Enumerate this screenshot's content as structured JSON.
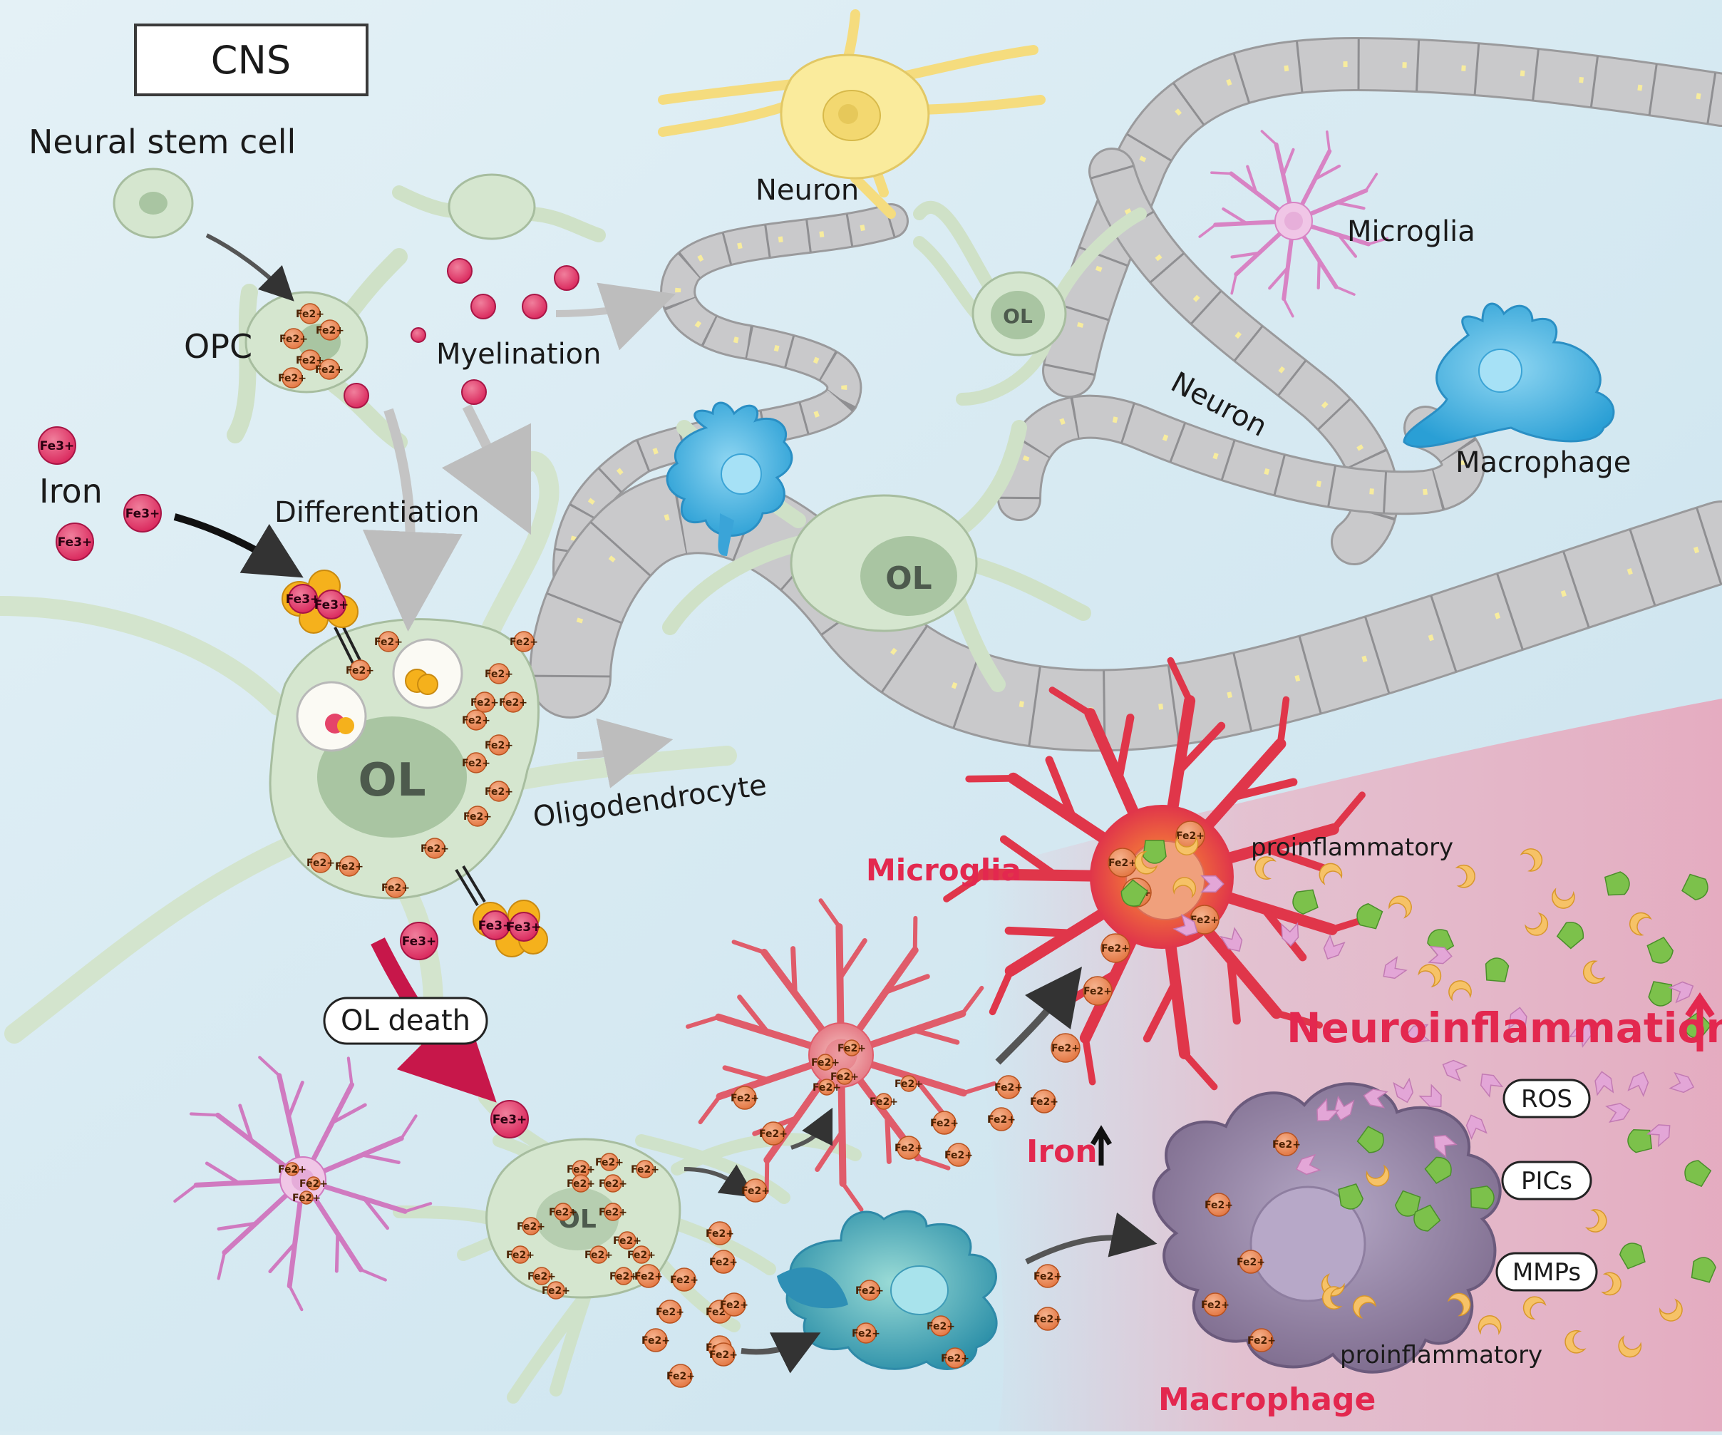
{
  "title": "CNS",
  "labels": {
    "neural_stem_cell": "Neural stem cell",
    "opc": "OPC",
    "iron": "Iron",
    "differentiation": "Differentiation",
    "myelination": "Myelination",
    "neuron_top": "Neuron",
    "neuron_mid": "Neuron",
    "microglia_top": "Microglia",
    "macrophage_top": "Macrophage",
    "oligodendrocyte": "Oligodendrocyte",
    "ol_main": "OL",
    "ol_upper": "OL",
    "ol_mid": "OL",
    "ol_dying": "OL",
    "ol_death": "OL death",
    "microglia_red": "Microglia",
    "proinflammatory_top": "proinflammatory",
    "proinflammatory_bottom": "proinflammatory",
    "neuroinflammation": "Neuroinflammation",
    "iron_up": "Iron",
    "macrophage_red": "Macrophage",
    "ros": "ROS",
    "pics": "PICs",
    "mmps": "MMPs"
  },
  "ions": {
    "fe2": "Fe2+",
    "fe3": "Fe3+"
  },
  "colors": {
    "background": "#d8ebf2",
    "ol_green": "#d5e6cf",
    "ol_nucleus": "#a9c5a2",
    "axon_gray": "#c9c9cb",
    "node_yellow": "#f7ec9e",
    "neuron_yellow": "#faeb9c",
    "microglia_pink": "#d883c4",
    "macrophage_blue": "#4fb4df",
    "activated_red": "#e8434b",
    "activated_macrophage": "#8b7a9b",
    "iron_red": "#e5446a",
    "fe2_orange": "#ee8c5c",
    "inflammation_pink": "#e9b5c6",
    "alert_red": "#e3284f"
  },
  "icons": [
    "arrow-up-icon",
    "transferrin-receptor-icon",
    "ferritin-icon",
    "endosome-icon"
  ]
}
